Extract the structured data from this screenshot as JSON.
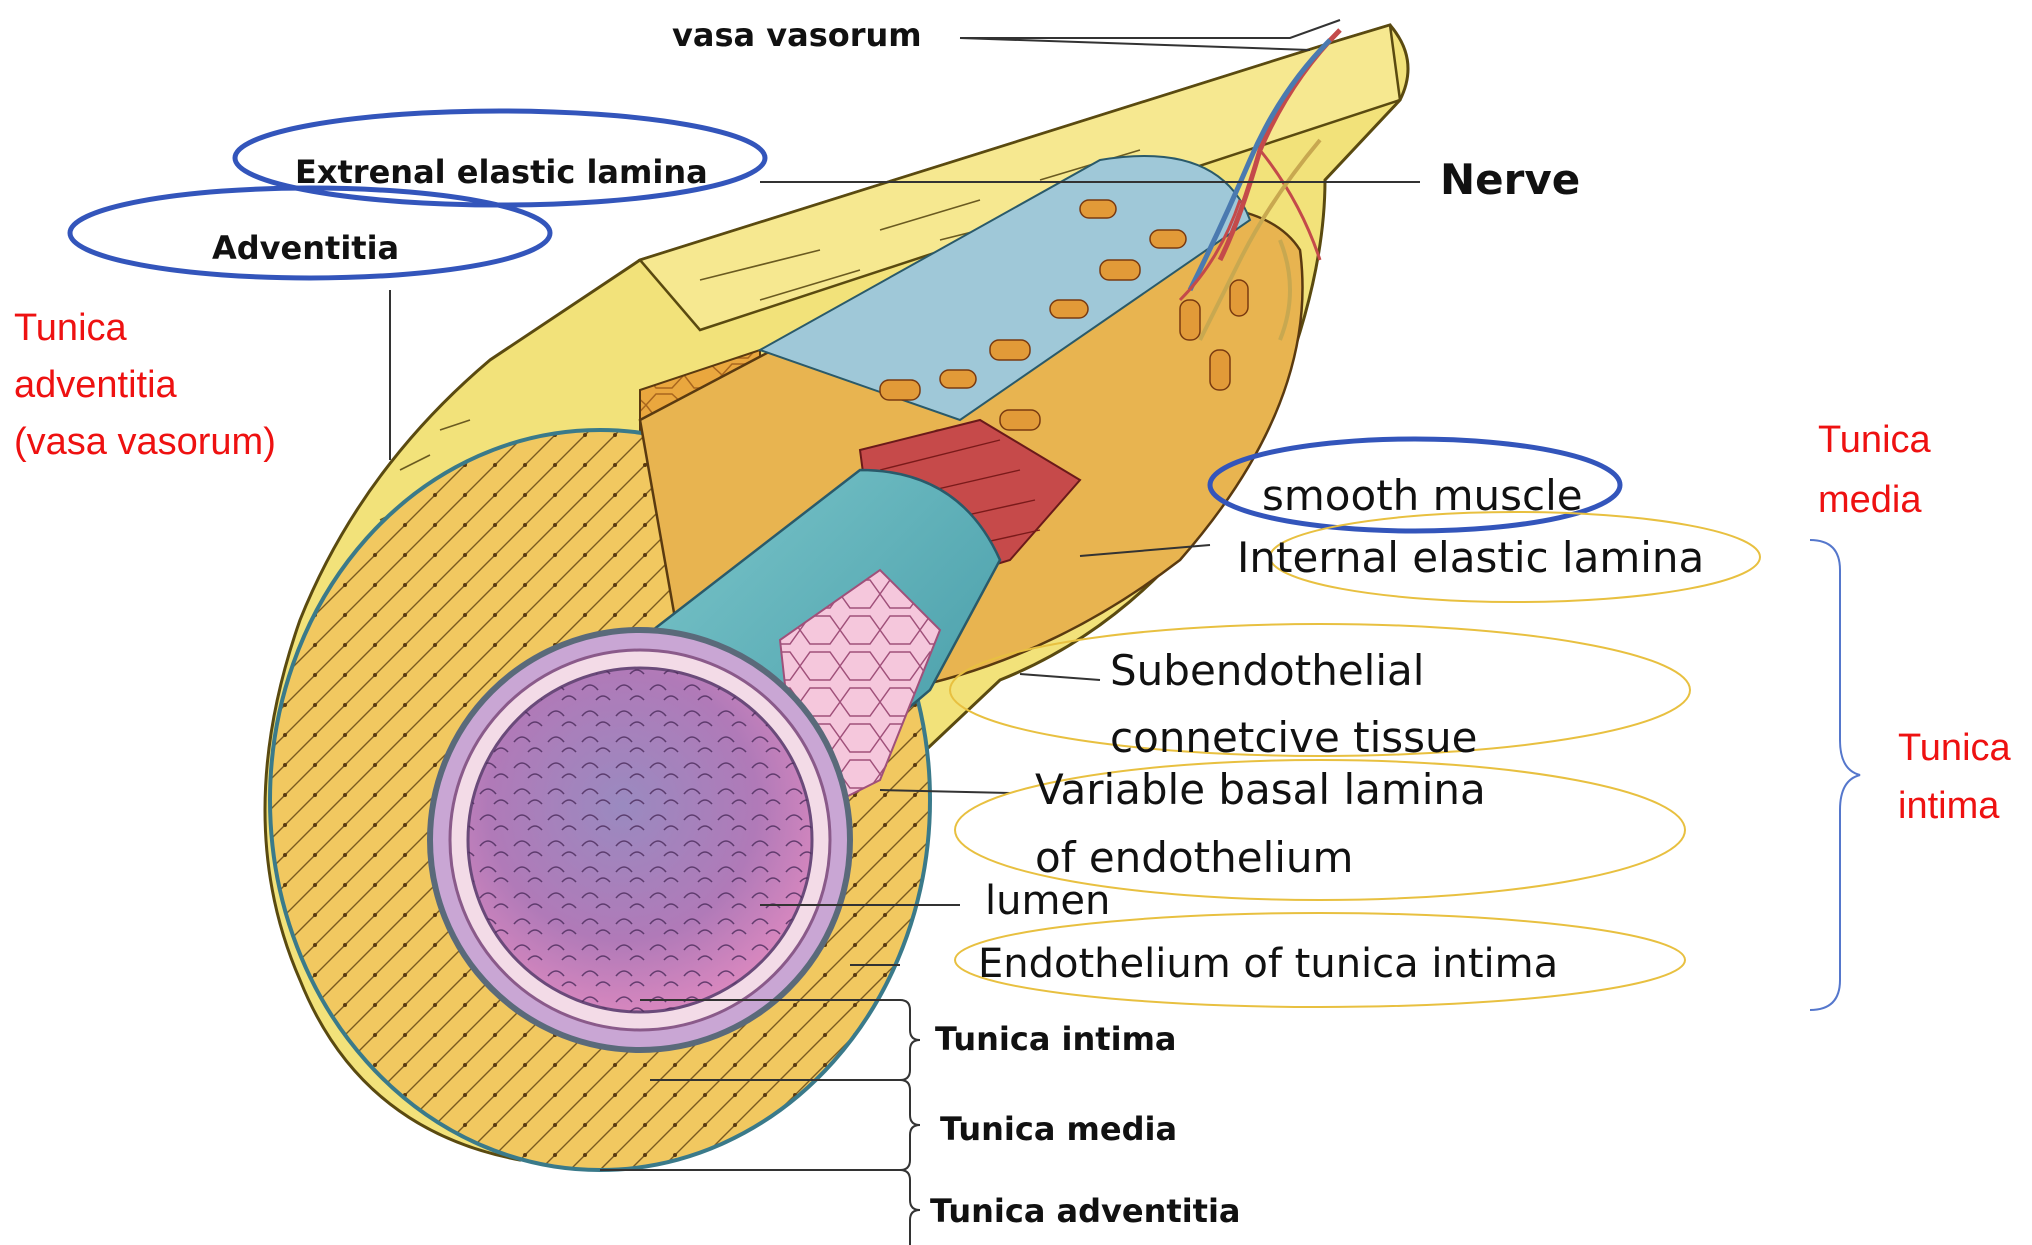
{
  "labels": {
    "vasa_vasorum": "vasa vasorum",
    "external_elastic_lamina": "Extrenal elastic lamina",
    "nerve": "Nerve",
    "adventitia": "Adventitia",
    "smooth_muscle": "smooth muscle",
    "internal_elastic_lamina": "Internal elastic lamina",
    "subendothelial_line1": "Subendothelial",
    "subendothelial_line2": "connetcive tissue",
    "basal_lamina_line1": "Variable basal lamina",
    "basal_lamina_line2": "of endothelium",
    "lumen": "lumen",
    "endothelium": "Endothelium of tunica intima",
    "layer_intima": "Tunica intima",
    "layer_media": "Tunica media",
    "layer_adventitia": "Tunica adventitia"
  },
  "annotations": {
    "tunica_adventitia_line1": "Tunica",
    "tunica_adventitia_line2": "adventitia",
    "tunica_adventitia_line3": "(vasa vasorum)",
    "tunica_media_line1": "Tunica",
    "tunica_media_line2": "media",
    "tunica_intima_line1": "Tunica",
    "tunica_intima_line2": "intima"
  },
  "colors": {
    "annotation_red": "#ee1111",
    "oval_blue": "#3355bb",
    "oval_yellow": "#e8c040",
    "bracket_blue": "#5577cc",
    "adventitia_yellow": "#f2e27a",
    "media_orange": "#e8a640",
    "lumen_purple": "#8a6aa8",
    "endothelium_teal": "#5aa6b0"
  }
}
